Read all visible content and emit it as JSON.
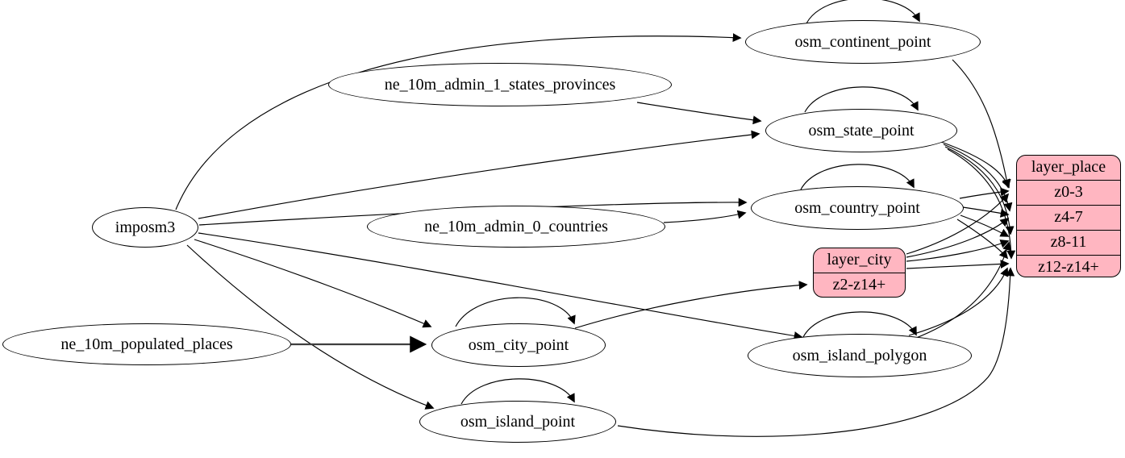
{
  "nodes": {
    "imposm3": "imposm3",
    "ne_10m_admin_1_states_provinces": "ne_10m_admin_1_states_provinces",
    "ne_10m_admin_0_countries": "ne_10m_admin_0_countries",
    "ne_10m_populated_places": "ne_10m_populated_places",
    "osm_continent_point": "osm_continent_point",
    "osm_state_point": "osm_state_point",
    "osm_country_point": "osm_country_point",
    "osm_city_point": "osm_city_point",
    "osm_island_polygon": "osm_island_polygon",
    "osm_island_point": "osm_island_point"
  },
  "records": {
    "layer_city": {
      "title": "layer_city",
      "rows": {
        "z2_z14": "z2-z14+"
      }
    },
    "layer_place": {
      "title": "layer_place",
      "rows": {
        "z0_3": "z0-3",
        "z4_7": "z4-7",
        "z8_11": "z8-11",
        "z12_z14": "z12-z14+"
      }
    }
  },
  "colors": {
    "background": "#ffffff",
    "node_fill": "#ffffff",
    "record_fill": "#ffb6c1",
    "stroke": "#000000"
  },
  "edges": [
    {
      "from": "imposm3",
      "to": "osm_continent_point"
    },
    {
      "from": "imposm3",
      "to": "osm_state_point"
    },
    {
      "from": "imposm3",
      "to": "osm_country_point"
    },
    {
      "from": "imposm3",
      "to": "osm_city_point"
    },
    {
      "from": "imposm3",
      "to": "osm_island_polygon"
    },
    {
      "from": "imposm3",
      "to": "osm_island_point"
    },
    {
      "from": "ne_10m_admin_1_states_provinces",
      "to": "osm_state_point"
    },
    {
      "from": "ne_10m_admin_0_countries",
      "to": "osm_country_point"
    },
    {
      "from": "ne_10m_populated_places",
      "to": "osm_city_point"
    },
    {
      "from": "osm_continent_point",
      "to": "osm_continent_point"
    },
    {
      "from": "osm_state_point",
      "to": "osm_state_point"
    },
    {
      "from": "osm_country_point",
      "to": "osm_country_point"
    },
    {
      "from": "osm_city_point",
      "to": "osm_city_point"
    },
    {
      "from": "osm_island_polygon",
      "to": "osm_island_polygon"
    },
    {
      "from": "osm_island_point",
      "to": "osm_island_point"
    },
    {
      "from": "osm_city_point",
      "to": "layer_city:z2-z14+"
    },
    {
      "from": "osm_continent_point",
      "to": "layer_place:z0-3"
    },
    {
      "from": "osm_state_point",
      "to": "layer_place:z0-3"
    },
    {
      "from": "osm_state_point",
      "to": "layer_place:z4-7"
    },
    {
      "from": "osm_state_point",
      "to": "layer_place:z8-11"
    },
    {
      "from": "osm_state_point",
      "to": "layer_place:z12-z14+"
    },
    {
      "from": "osm_country_point",
      "to": "layer_place:z0-3"
    },
    {
      "from": "osm_country_point",
      "to": "layer_place:z4-7"
    },
    {
      "from": "osm_country_point",
      "to": "layer_place:z8-11"
    },
    {
      "from": "osm_country_point",
      "to": "layer_place:z12-z14+"
    },
    {
      "from": "layer_city",
      "to": "layer_place:z0-3"
    },
    {
      "from": "layer_city",
      "to": "layer_place:z4-7"
    },
    {
      "from": "layer_city",
      "to": "layer_place:z8-11"
    },
    {
      "from": "layer_city",
      "to": "layer_place:z12-z14+"
    },
    {
      "from": "osm_island_polygon",
      "to": "layer_place:z8-11"
    },
    {
      "from": "osm_island_polygon",
      "to": "layer_place:z12-z14+"
    },
    {
      "from": "osm_island_point",
      "to": "layer_place:z12-z14+"
    }
  ]
}
